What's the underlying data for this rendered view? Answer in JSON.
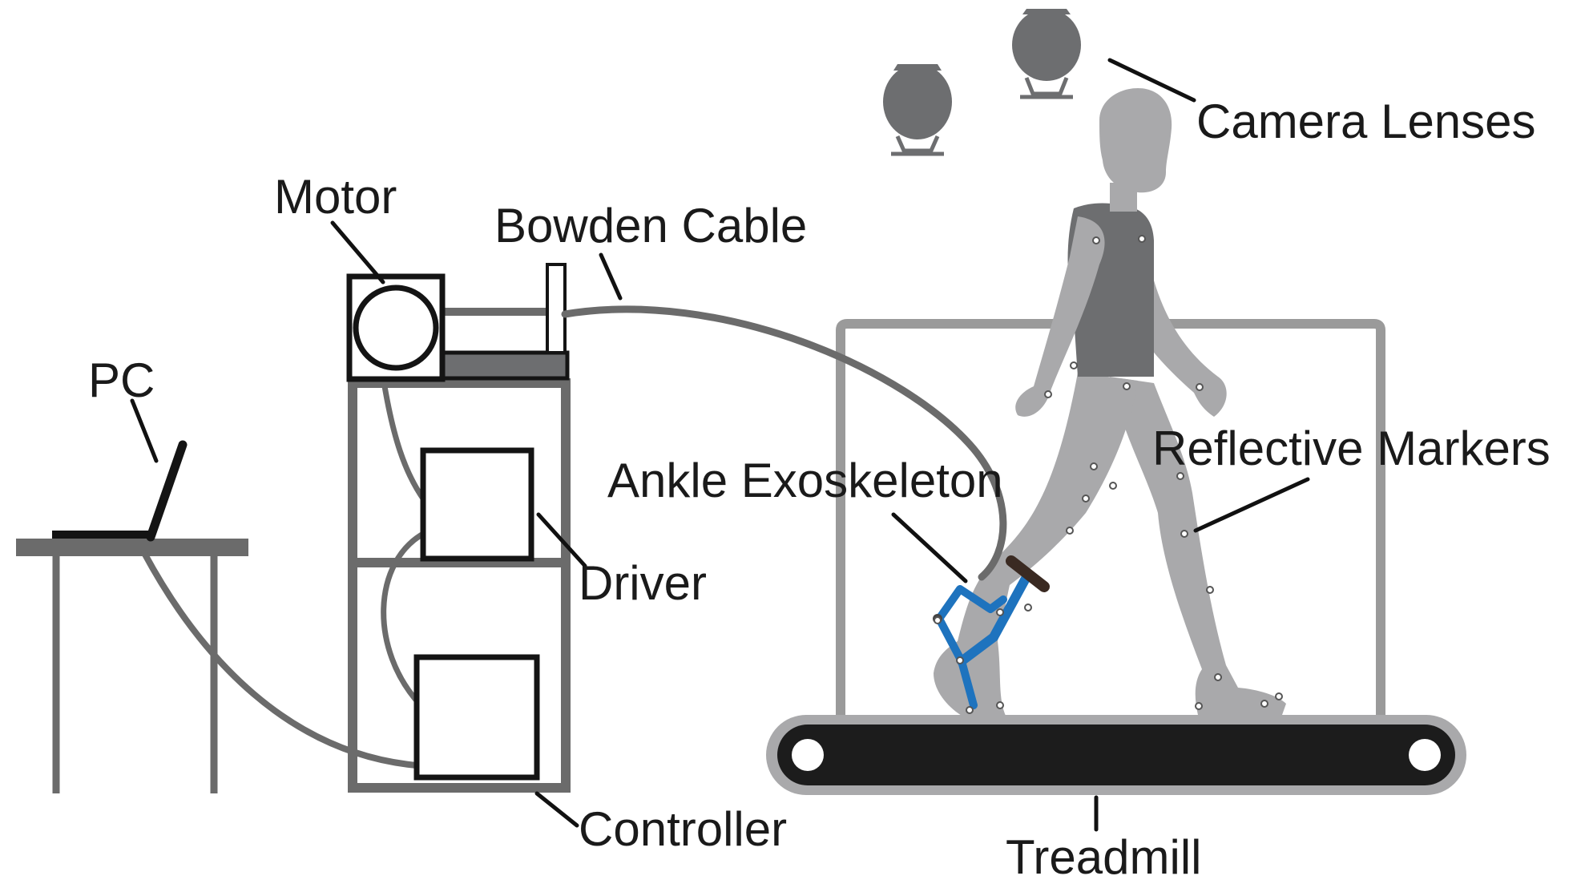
{
  "labels": {
    "camera_lenses": "Camera Lenses",
    "motor": "Motor",
    "bowden_cable": "Bowden Cable",
    "pc": "PC",
    "reflective_markers": "Reflective Markers",
    "ankle_exoskeleton": "Ankle Exoskeleton",
    "driver": "Driver",
    "controller": "Controller",
    "treadmill": "Treadmill"
  },
  "colors": {
    "frame_gray": "#6b6b6b",
    "light_frame": "#9a9a9a",
    "figure_skin": "#a9a9ab",
    "figure_shirt": "#6d6e70",
    "exoskeleton_blue": "#1e73be",
    "belt_black": "#1c1c1c",
    "outline": "#141414"
  }
}
